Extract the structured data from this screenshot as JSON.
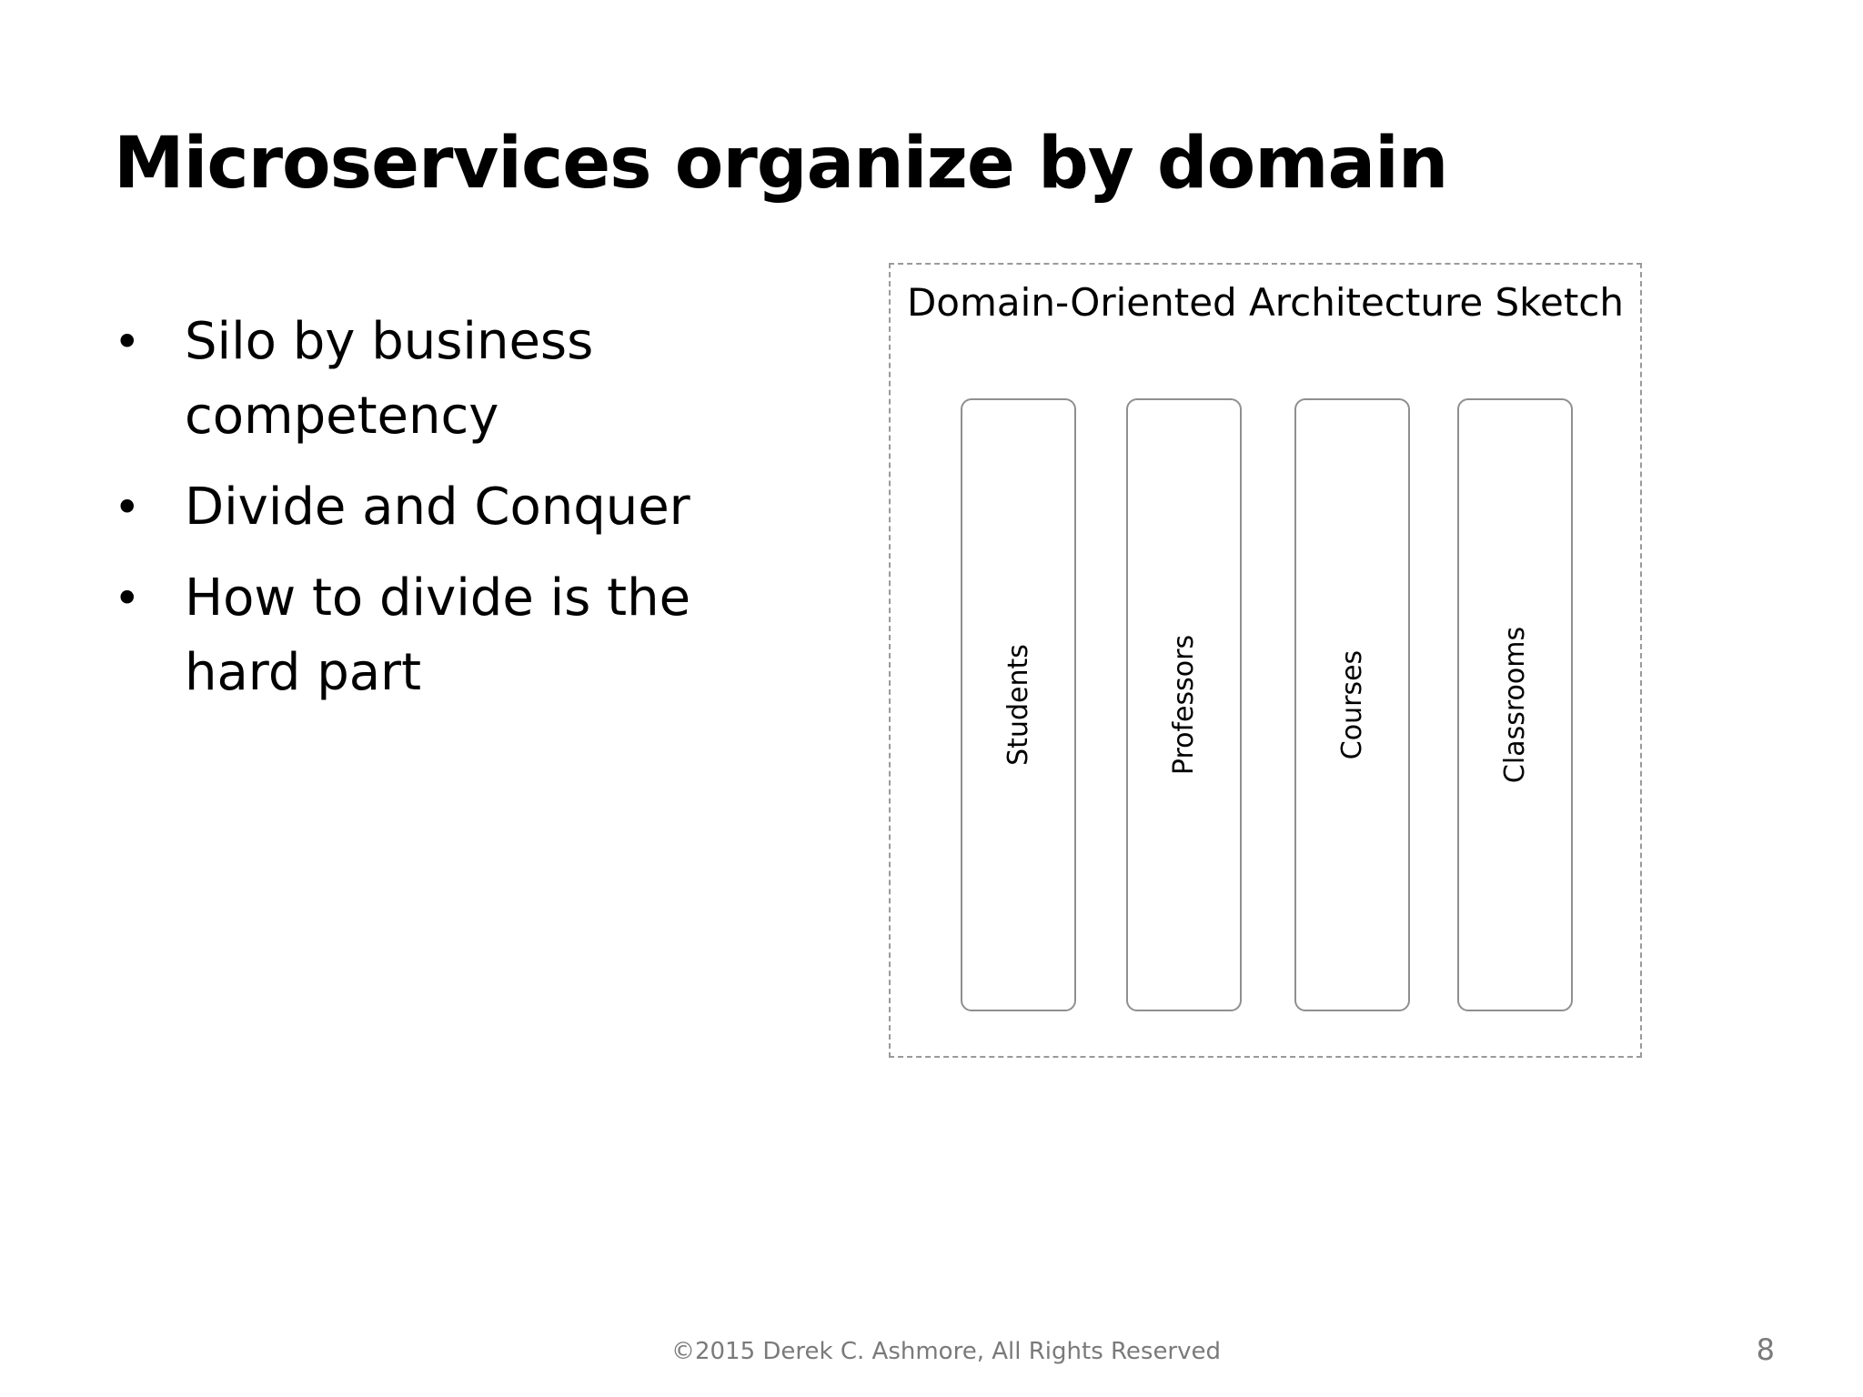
{
  "slide": {
    "title": "Microservices organize by domain",
    "bullets": [
      "Silo by business competency",
      "Divide and Conquer",
      "How to divide is the hard part"
    ],
    "diagram": {
      "title": "Domain-Oriented Architecture Sketch",
      "columns": [
        "Students",
        "Professors",
        "Courses",
        "Classrooms"
      ]
    },
    "footer": "©2015 Derek C. Ashmore, All Rights Reserved",
    "page_number": "8"
  },
  "colors": {
    "text": "#000000",
    "footer_text": "#7a7a7a",
    "frame_border": "#9a9a9a",
    "column_border": "#8f8f8f"
  }
}
